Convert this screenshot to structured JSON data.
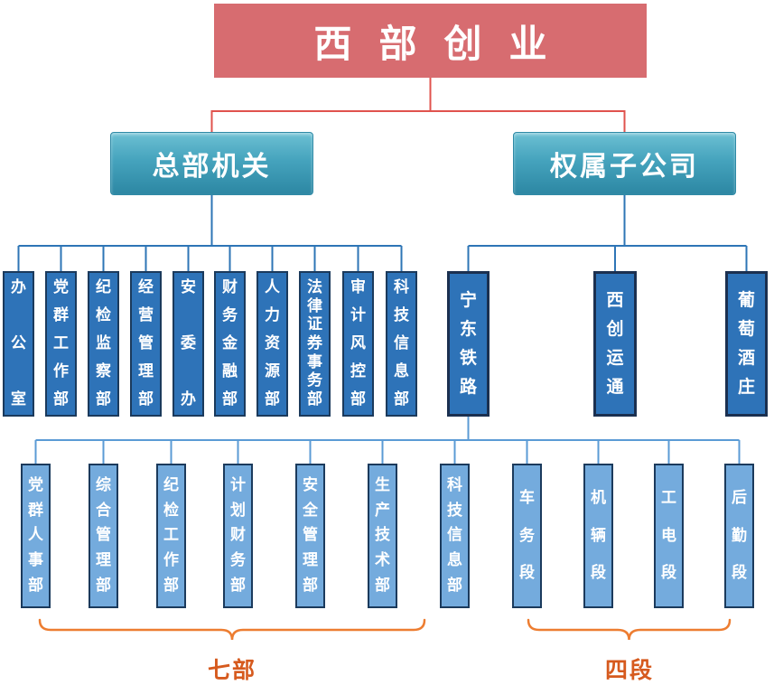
{
  "title": {
    "label": "西部创业"
  },
  "level2": {
    "headquarters": "总部机关",
    "subsidiaries_group": "权属子公司"
  },
  "hq_departments": [
    "办公室",
    "党群工作部",
    "纪检监察部",
    "经营管理部",
    "安委办",
    "财务金融部",
    "人力资源部",
    "法律证券事务部",
    "审计风控部",
    "科技信息部"
  ],
  "subsidiaries": [
    "宁东铁路",
    "西创运通",
    "葡萄酒庄"
  ],
  "ningdong_departments": [
    "党群人事部",
    "综合管理部",
    "纪检工作部",
    "计划财务部",
    "安全管理部",
    "生产技术部",
    "科技信息部"
  ],
  "ningdong_sections": [
    "车务段",
    "机辆段",
    "工电段",
    "后勤段"
  ],
  "group_labels": {
    "departments": "七部",
    "sections": "四段"
  },
  "colors": {
    "root_fill": "#d76c70",
    "connector_red": "#e0534e",
    "level2_fill_top": "#6cc0d3",
    "level2_fill_bottom": "#2c87a3",
    "dept_fill": "#2e73b8",
    "dept_border": "#1b3a5c",
    "connector_blue": "#2e75b6",
    "sub_dept_fill": "#74abdd",
    "connector_light_blue": "#5b9bd5",
    "brace_orange": "#ed7d31",
    "brace_label_color": "#d65a1e"
  }
}
